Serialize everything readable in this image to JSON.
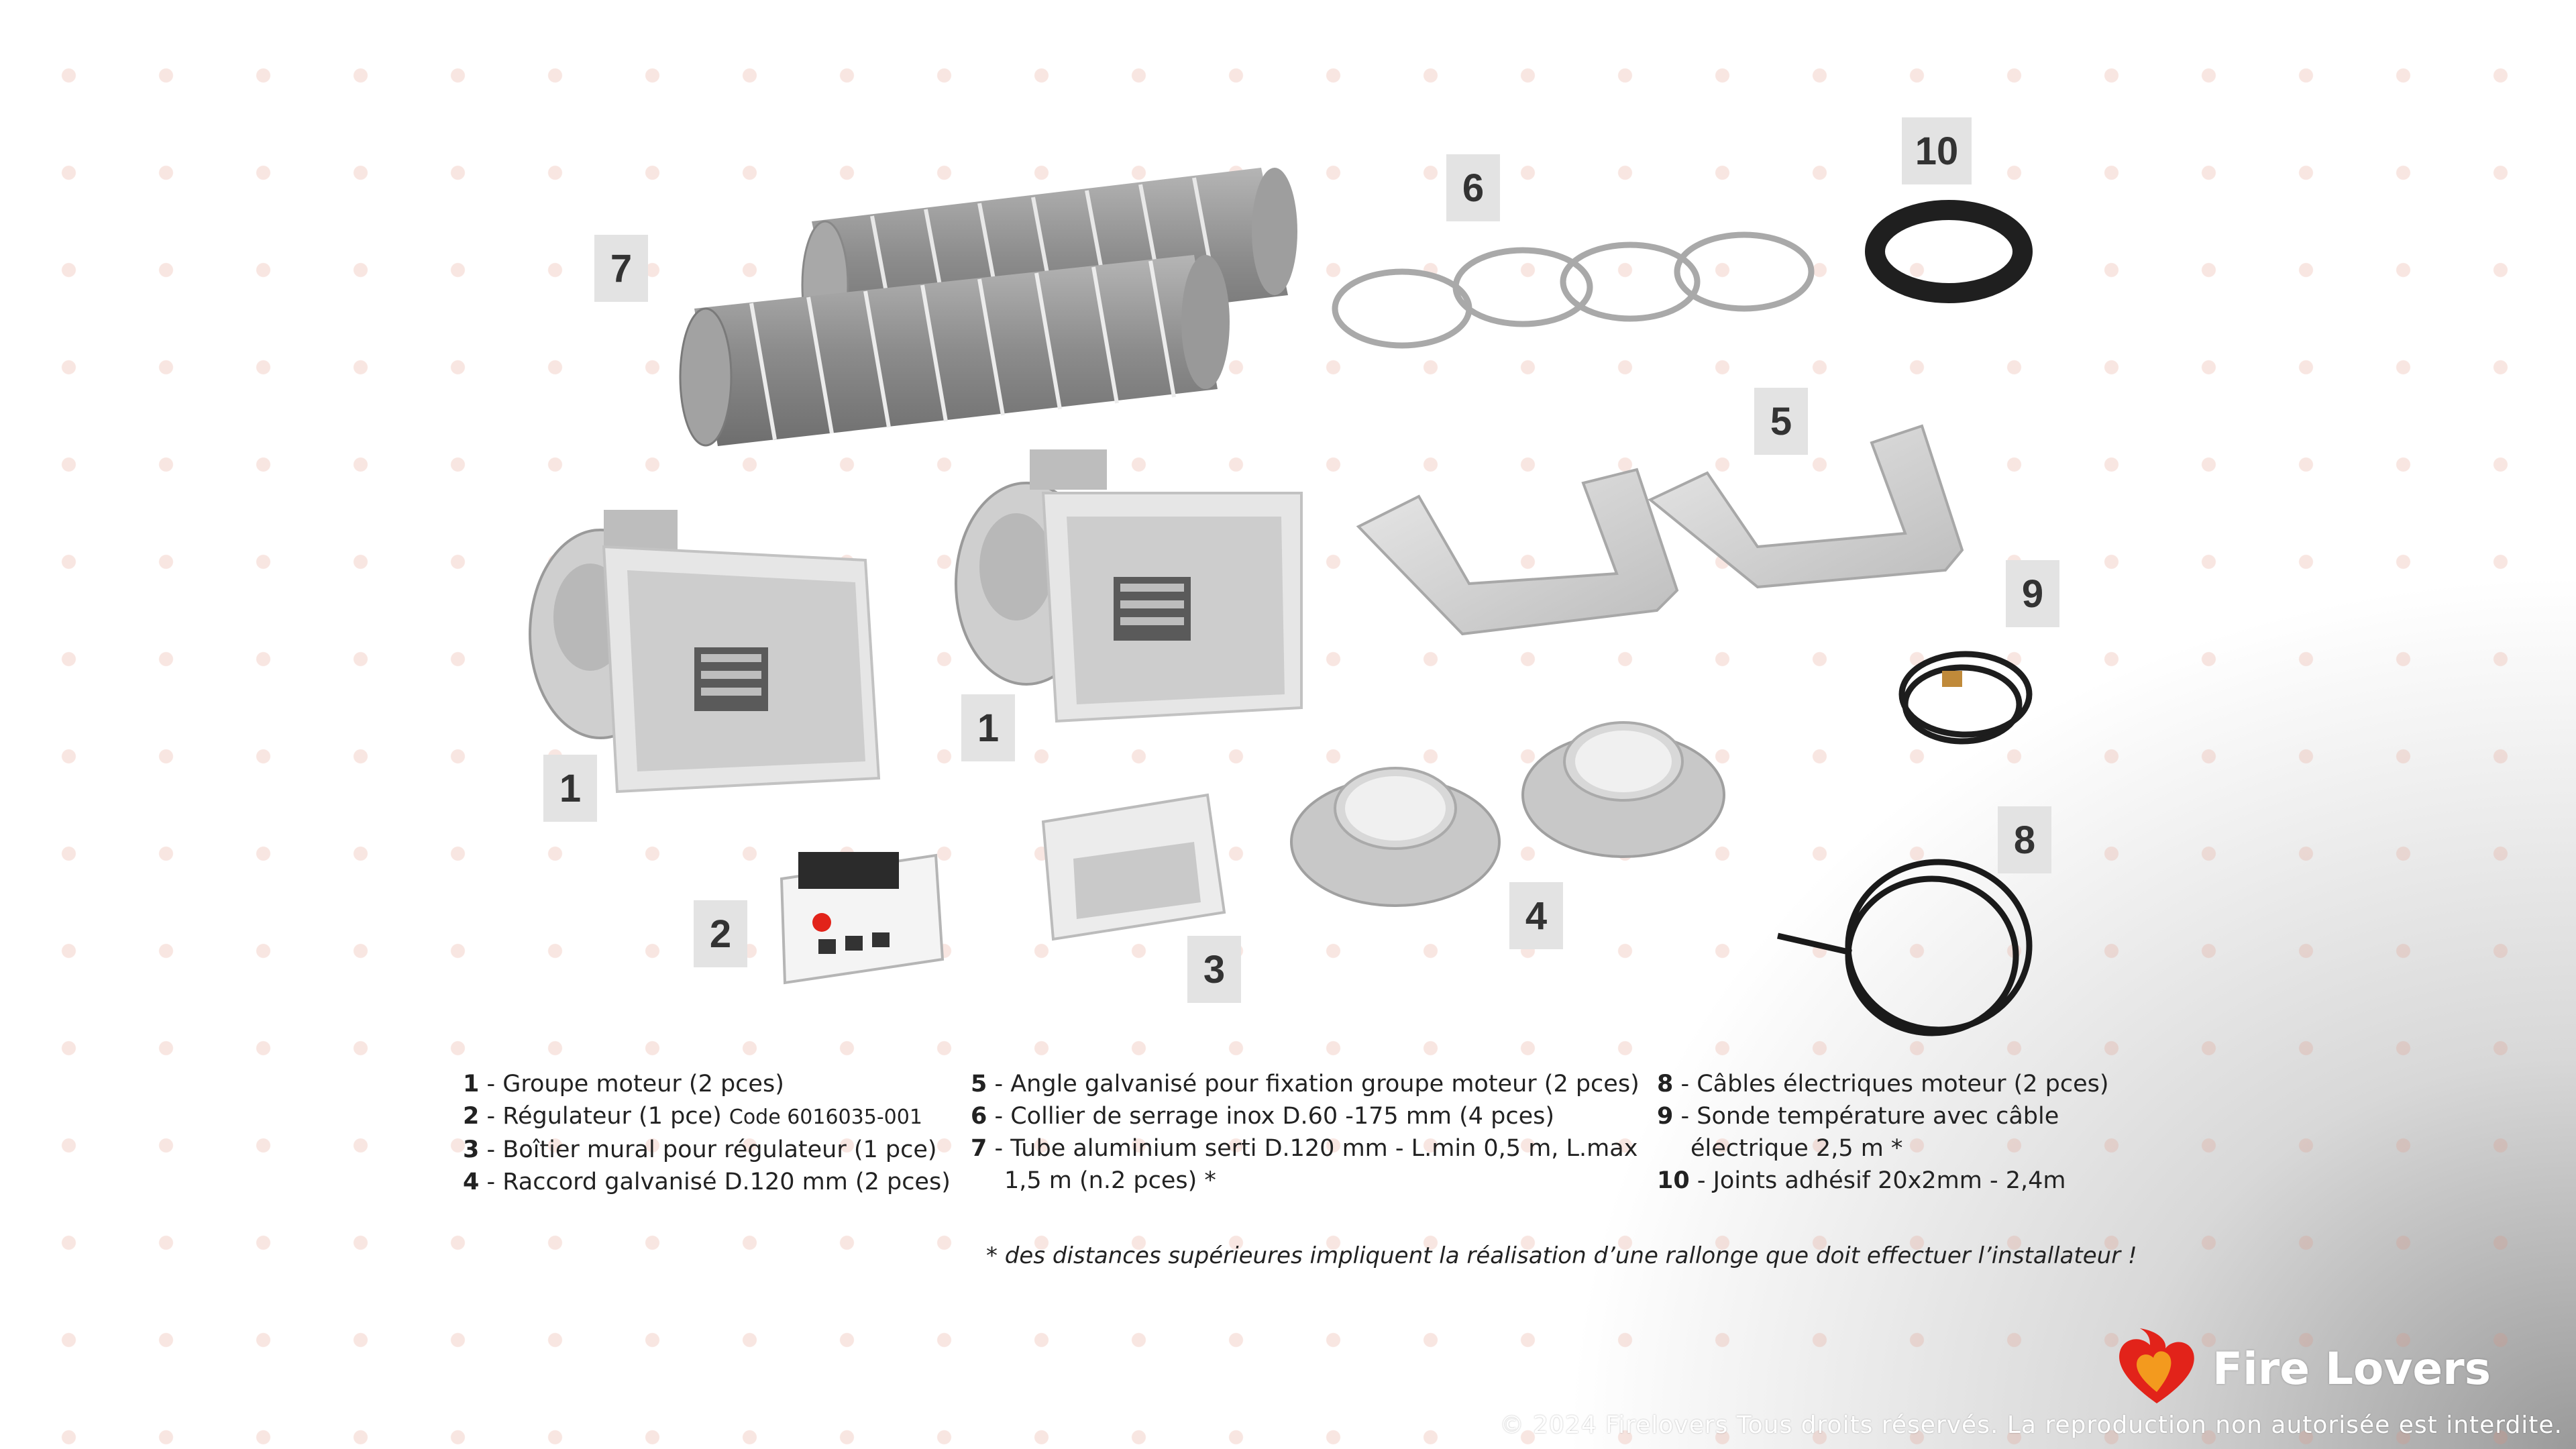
{
  "labels": {
    "l1a": "1",
    "l1b": "1",
    "l2": "2",
    "l3": "3",
    "l4": "4",
    "l5": "5",
    "l6": "6",
    "l7": "7",
    "l8": "8",
    "l9": "9",
    "l10": "10"
  },
  "legend": {
    "col1": [
      {
        "num": "1",
        "text": " - Groupe moteur (2 pces)"
      },
      {
        "num": "2",
        "text": " - Régulateur (1 pce) ",
        "code": "Code 6016035-001"
      },
      {
        "num": "3",
        "text": " - Boîtier mural pour régulateur (1 pce)"
      },
      {
        "num": "4",
        "text": " - Raccord galvanisé D.120 mm (2 pces)"
      }
    ],
    "col2": [
      {
        "num": "5",
        "text": " - Angle galvanisé pour fixation groupe moteur (2 pces)"
      },
      {
        "num": "6",
        "text": " - Collier de serrage inox D.60 -175 mm (4 pces)"
      },
      {
        "num": "7",
        "text": " - Tube aluminium serti D.120 mm - L.min 0,5 m, L.max",
        "cont": "1,5 m (n.2 pces) *"
      }
    ],
    "col3": [
      {
        "num": "8",
        "text": " - Câbles électriques moteur (2 pces)"
      },
      {
        "num": "9",
        "text": " - Sonde température avec câble",
        "cont": "électrique 2,5 m *"
      },
      {
        "num": "10",
        "text": " - Joints adhésif 20x2mm - 2,4m"
      }
    ]
  },
  "footnote": "* des distances supérieures impliquent la réalisation d’une rallonge que doit effectuer l’installateur !",
  "brand": {
    "name": "Fire Lovers",
    "logo_icon": "flame-heart-icon"
  },
  "copyright": "© 2024 Firelovers Tous droits réservés. La reproduction non autorisée est interdite.",
  "colors": {
    "label_bg": "#e3e3e3",
    "brand_red": "#e2231a",
    "tube_grey": "#8f8f8f"
  }
}
